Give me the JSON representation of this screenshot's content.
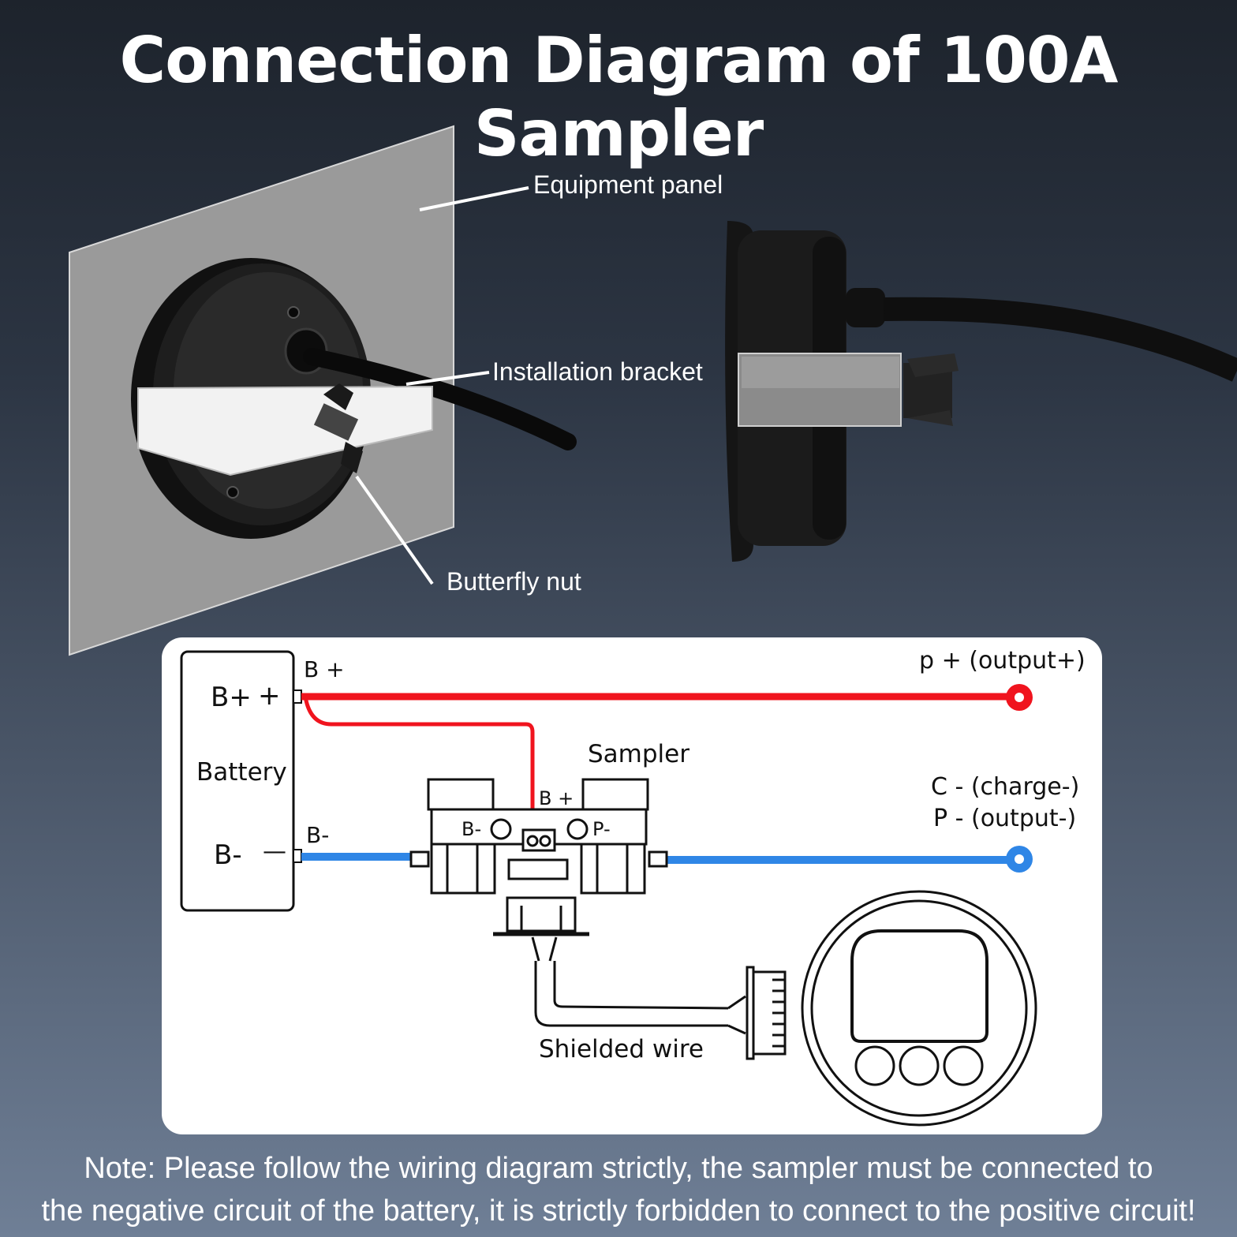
{
  "title": "Connection Diagram of 100A Sampler",
  "callouts": {
    "equipment_panel": "Equipment panel",
    "installation_bracket": "Installation bracket",
    "butterfly_nut": "Butterfly nut"
  },
  "wiring": {
    "battery_label": "Battery",
    "battery_pos": "B+",
    "battery_pos_sign": "+",
    "battery_neg": "B-",
    "battery_neg_sign": "—",
    "terminal_bplus": "B +",
    "terminal_bminus": "B-",
    "sampler_label": "Sampler",
    "sampler_bplus": "B +",
    "sampler_bminus": "B-",
    "sampler_pminus": "P-",
    "output_pos": "p + (output+)",
    "charge_neg": "C - (charge-)",
    "output_neg": "P - (output-)",
    "shielded_wire": "Shielded wire",
    "colors": {
      "positive": "#f0141e",
      "negative": "#2f86e6"
    }
  },
  "note": {
    "line1": "Note: Please follow the wiring diagram strictly, the sampler  must be connected to",
    "line2": "the negative circuit of the battery, it is strictly forbidden to connect to the positive circuit!"
  }
}
